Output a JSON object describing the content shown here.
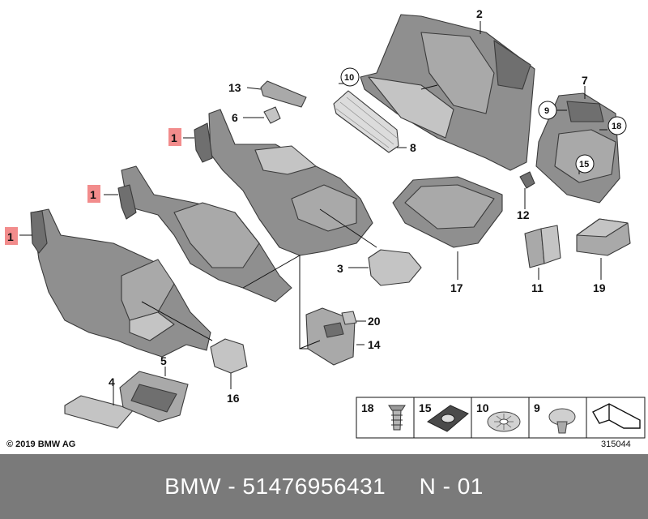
{
  "callouts": {
    "c1a": "1",
    "c1b": "1",
    "c1c": "1",
    "c2": "2",
    "c3": "3",
    "c4": "4",
    "c5": "5",
    "c6": "6",
    "c7": "7",
    "c8": "8",
    "c9": "9",
    "c10": "10",
    "c11": "11",
    "c12": "12",
    "c13": "13",
    "c14": "14",
    "c15": "15",
    "c16": "16",
    "c17": "17",
    "c18": "18",
    "c19": "19",
    "c20": "20"
  },
  "legend": {
    "items": [
      "18",
      "15",
      "10",
      "9"
    ]
  },
  "copyright": "© 2019 BMW AG",
  "ref_code": "315044",
  "footer": {
    "text": "BMW - 51476956431     N - 01"
  },
  "colors": {
    "highlight": "#f28c8c",
    "footer_bg": "#7a7a7a"
  }
}
